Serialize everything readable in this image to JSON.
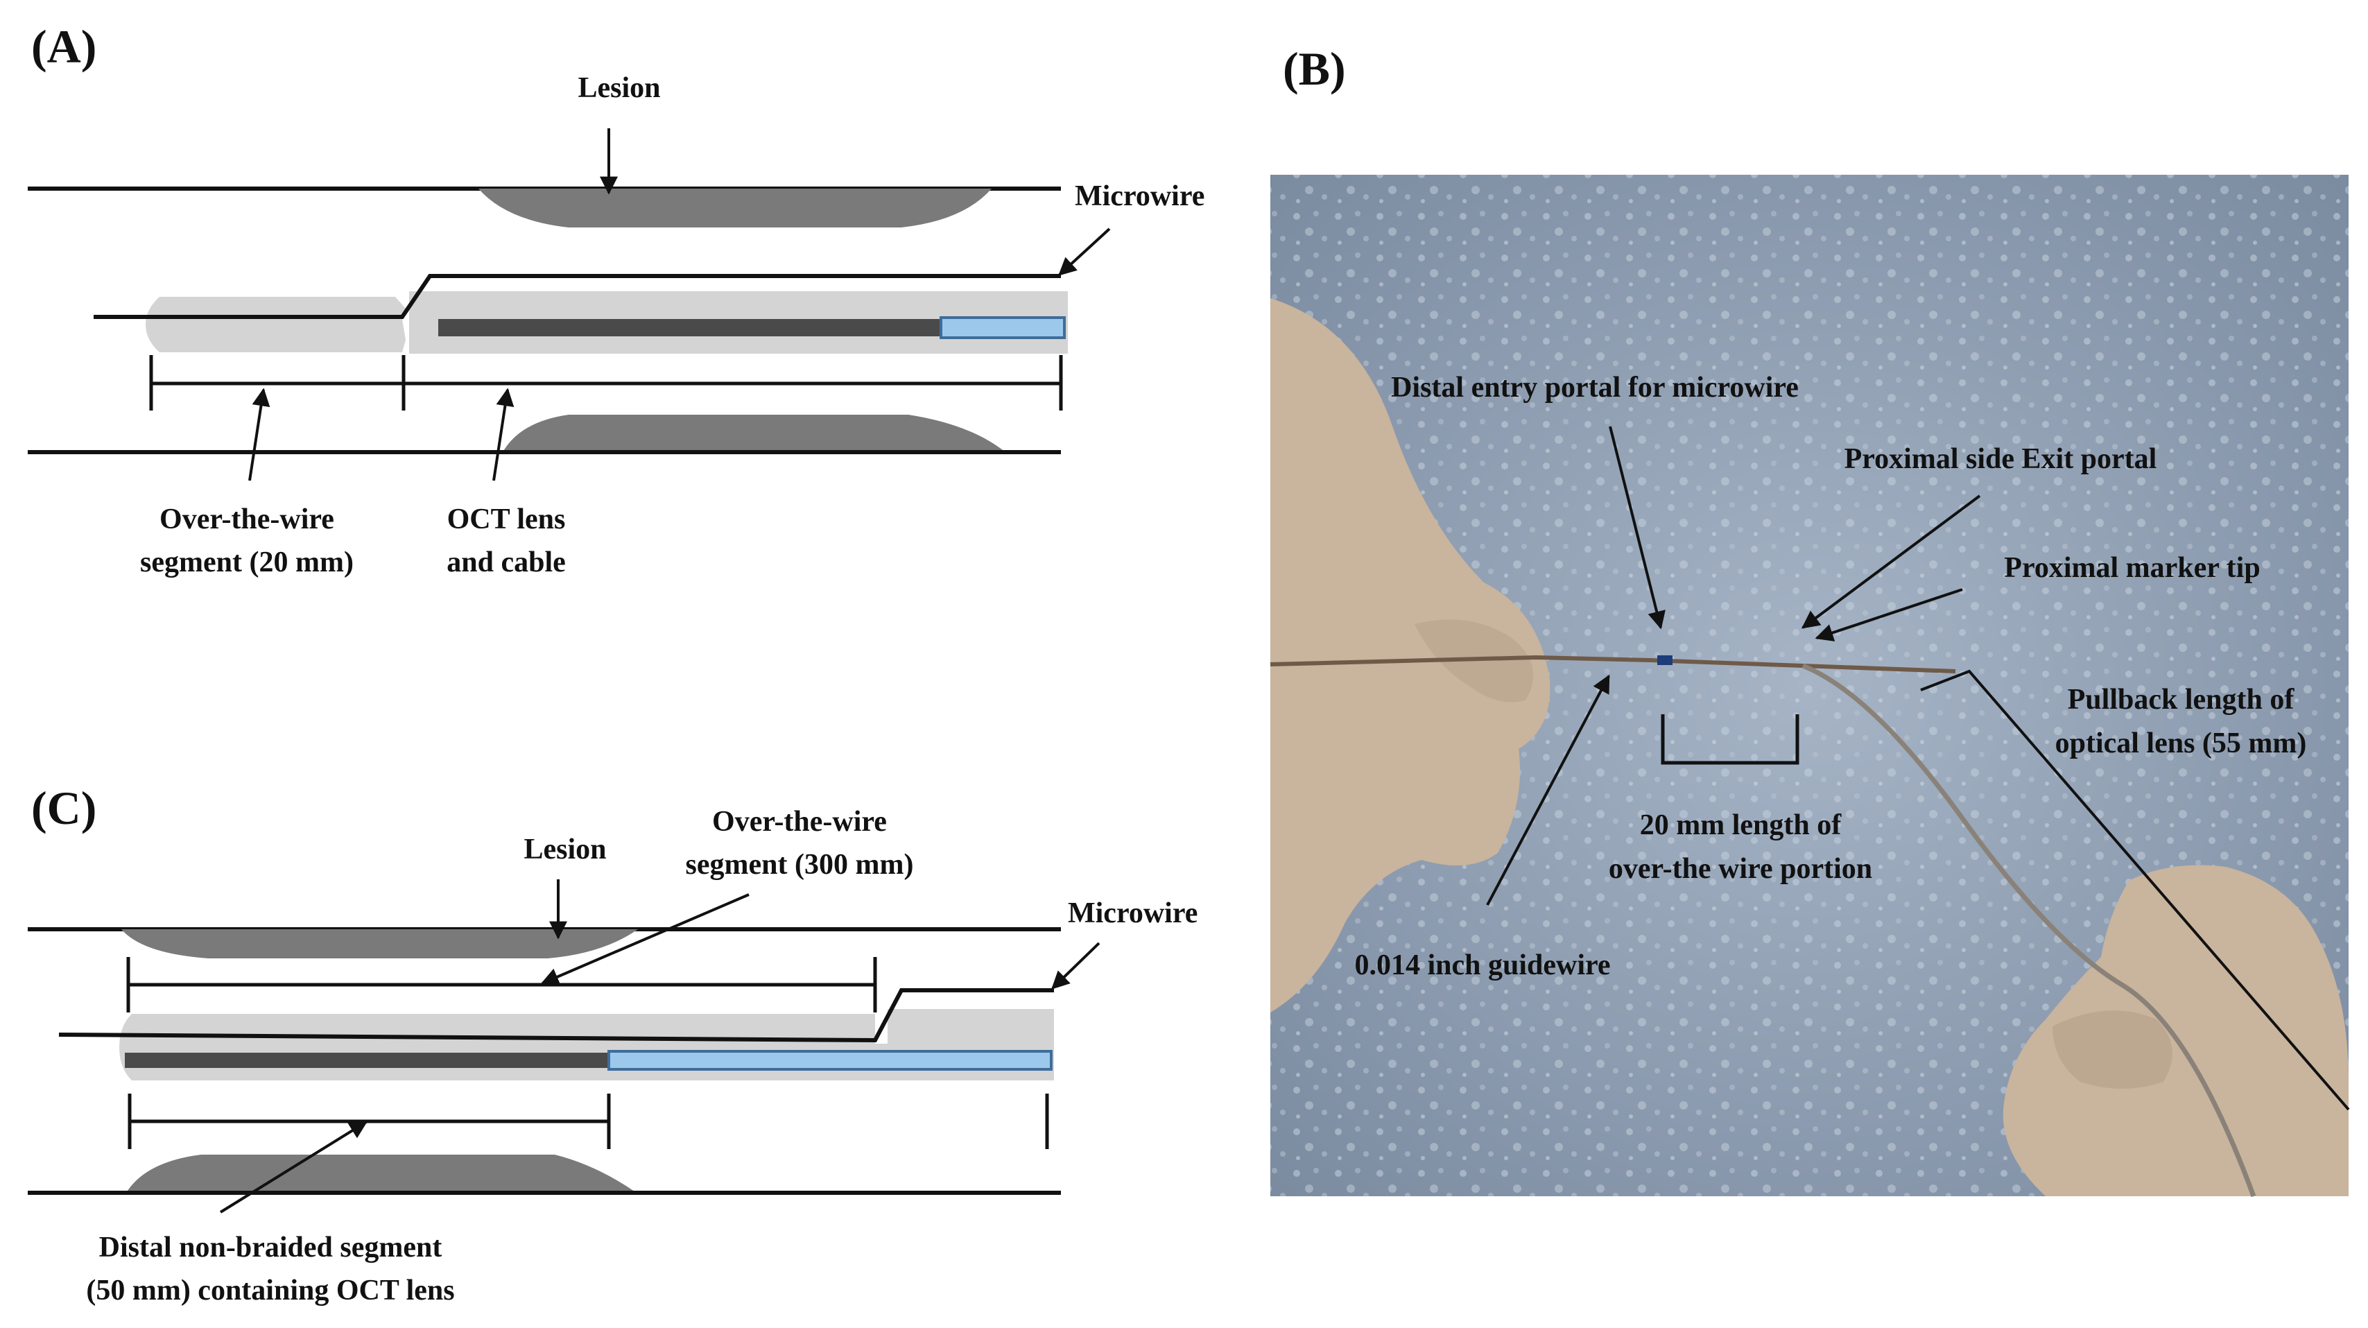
{
  "panels": {
    "a": {
      "label": "(A)",
      "lesion": "Lesion",
      "microwire": "Microwire",
      "otw_line1": "Over-the-wire",
      "otw_line2": "segment (20 mm)",
      "oct_line1": "OCT lens",
      "oct_line2": "and cable"
    },
    "b": {
      "label": "(B)",
      "distal_entry": "Distal entry portal for microwire",
      "proximal_exit": "Proximal side Exit portal",
      "proximal_marker": "Proximal marker tip",
      "pullback_line1": "Pullback length of",
      "pullback_line2": "optical lens (55 mm)",
      "otw_len_line1": "20 mm length of",
      "otw_len_line2": "over-the wire portion",
      "guidewire": "0.014 inch guidewire"
    },
    "c": {
      "label": "(C)",
      "lesion": "Lesion",
      "otw_line1": "Over-the-wire",
      "otw_line2": "segment (300 mm)",
      "microwire": "Microwire",
      "distal_line1": "Distal non-braided segment",
      "distal_line2": "(50 mm) containing OCT lens"
    }
  },
  "colors": {
    "vessel_wall": "#111111",
    "lesion": "#7a7a7a",
    "catheter_body": "#d4d4d4",
    "cable": "#4a4a4a",
    "lens": "#9cc8ec",
    "lens_border": "#3f6d9a",
    "photo_bg": "#8c9cb0",
    "glove": "#c9b49d"
  },
  "icons": {
    "arrow": "arrowhead"
  }
}
